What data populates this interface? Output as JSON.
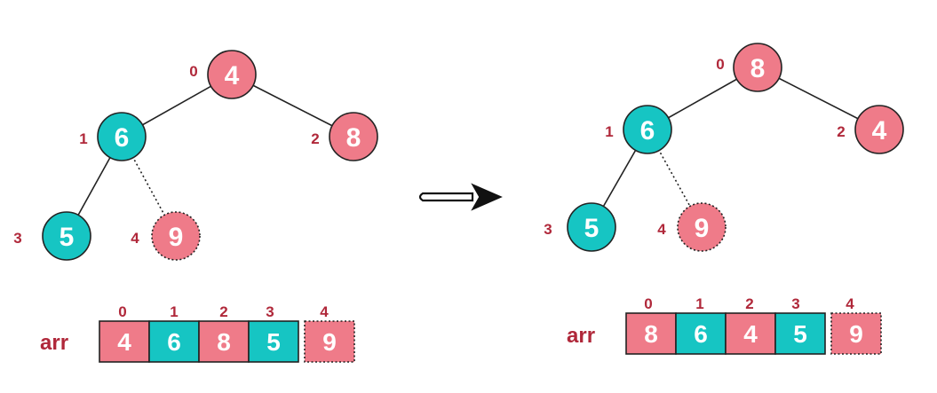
{
  "colors": {
    "pink": "#ef7b89",
    "teal": "#16c5c3",
    "index_label": "#b0283a",
    "stroke": "#222222",
    "arrow": "#111111"
  },
  "left": {
    "nodes": [
      {
        "index": "0",
        "value": "4",
        "color": "pink",
        "dashed": false
      },
      {
        "index": "1",
        "value": "6",
        "color": "teal",
        "dashed": false
      },
      {
        "index": "2",
        "value": "8",
        "color": "pink",
        "dashed": false
      },
      {
        "index": "3",
        "value": "5",
        "color": "teal",
        "dashed": false
      },
      {
        "index": "4",
        "value": "9",
        "color": "pink",
        "dashed": true
      }
    ],
    "array": {
      "label": "arr",
      "cells": [
        {
          "index": "0",
          "value": "4",
          "color": "pink",
          "dashed": false
        },
        {
          "index": "1",
          "value": "6",
          "color": "teal",
          "dashed": false
        },
        {
          "index": "2",
          "value": "8",
          "color": "pink",
          "dashed": false
        },
        {
          "index": "3",
          "value": "5",
          "color": "teal",
          "dashed": false
        },
        {
          "index": "4",
          "value": "9",
          "color": "pink",
          "dashed": true
        }
      ]
    }
  },
  "right": {
    "nodes": [
      {
        "index": "0",
        "value": "8",
        "color": "pink",
        "dashed": false
      },
      {
        "index": "1",
        "value": "6",
        "color": "teal",
        "dashed": false
      },
      {
        "index": "2",
        "value": "4",
        "color": "pink",
        "dashed": false
      },
      {
        "index": "3",
        "value": "5",
        "color": "teal",
        "dashed": false
      },
      {
        "index": "4",
        "value": "9",
        "color": "pink",
        "dashed": true
      }
    ],
    "array": {
      "label": "arr",
      "cells": [
        {
          "index": "0",
          "value": "8",
          "color": "pink",
          "dashed": false
        },
        {
          "index": "1",
          "value": "6",
          "color": "teal",
          "dashed": false
        },
        {
          "index": "2",
          "value": "4",
          "color": "pink",
          "dashed": false
        },
        {
          "index": "3",
          "value": "5",
          "color": "teal",
          "dashed": false
        },
        {
          "index": "4",
          "value": "9",
          "color": "pink",
          "dashed": true
        }
      ]
    }
  },
  "arrow_icon": "double-shaft-right-arrow"
}
